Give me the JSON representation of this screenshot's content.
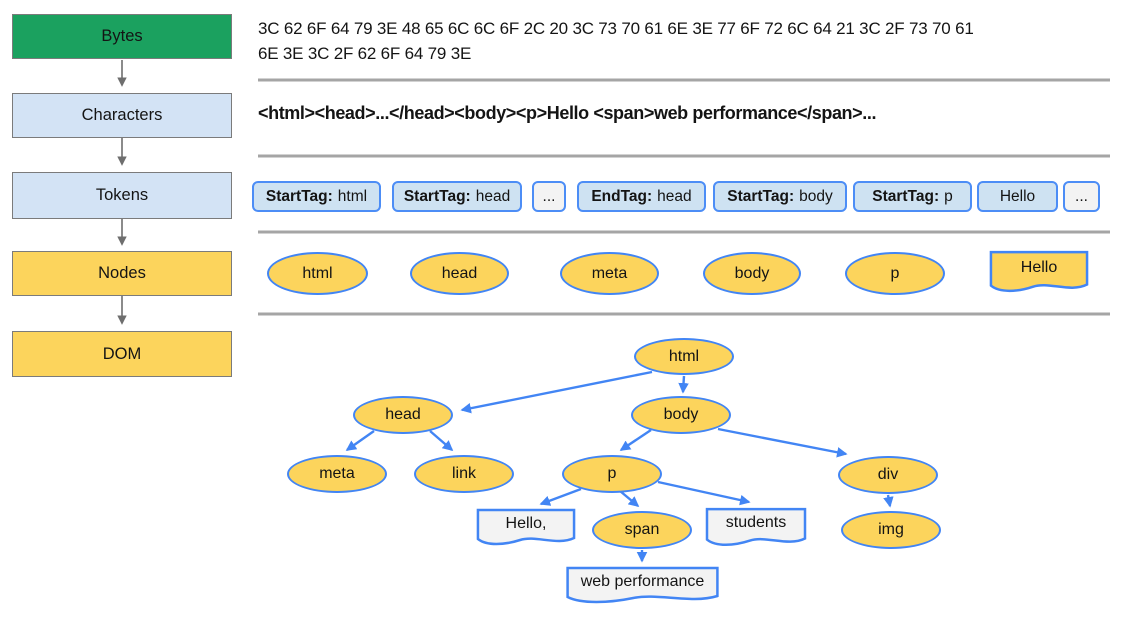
{
  "sidebar": {
    "stages": [
      {
        "label": "Bytes"
      },
      {
        "label": "Characters"
      },
      {
        "label": "Tokens"
      },
      {
        "label": "Nodes"
      },
      {
        "label": "DOM"
      }
    ]
  },
  "bytes_row": {
    "line1": "3C 62 6F 64 79 3E 48 65 6C 6C 6F 2C 20 3C 73 70 61 6E 3E 77 6F 72 6C 64 21 3C 2F 73 70 61",
    "line2": "6E 3E 3C 2F 62 6F 64 79 3E"
  },
  "characters_row": {
    "text": "<html><head>...</head><body><p>Hello <span>web performance</span>..."
  },
  "tokens_row": {
    "items": [
      {
        "prefix": "StartTag:",
        "value": "html"
      },
      {
        "prefix": "StartTag:",
        "value": "head"
      },
      {
        "prefix": "",
        "value": "..."
      },
      {
        "prefix": "EndTag:",
        "value": "head"
      },
      {
        "prefix": "StartTag:",
        "value": "body"
      },
      {
        "prefix": "StartTag:",
        "value": "p"
      },
      {
        "prefix": "",
        "value": "Hello"
      },
      {
        "prefix": "",
        "value": "..."
      }
    ]
  },
  "nodes_row": {
    "ellipses": [
      {
        "label": "html"
      },
      {
        "label": "head"
      },
      {
        "label": "meta"
      },
      {
        "label": "body"
      },
      {
        "label": "p"
      }
    ],
    "text_node": {
      "label": "Hello"
    }
  },
  "dom_tree": {
    "nodes": {
      "html": "html",
      "head": "head",
      "body": "body",
      "meta": "meta",
      "link": "link",
      "p": "p",
      "div": "div",
      "span": "span",
      "img": "img",
      "text_hello": "Hello,",
      "text_students": "students",
      "text_webperf": "web performance"
    }
  },
  "colors": {
    "bytes_green": "#1BA15F",
    "stage_light_blue": "#D3E3F5",
    "node_yellow": "#FCD45C",
    "token_blue_bg": "#CEE2F2",
    "border_blue": "#4285F4",
    "text_node_bg": "#F3F3F3",
    "divider_gray": "#A5A5A5"
  }
}
